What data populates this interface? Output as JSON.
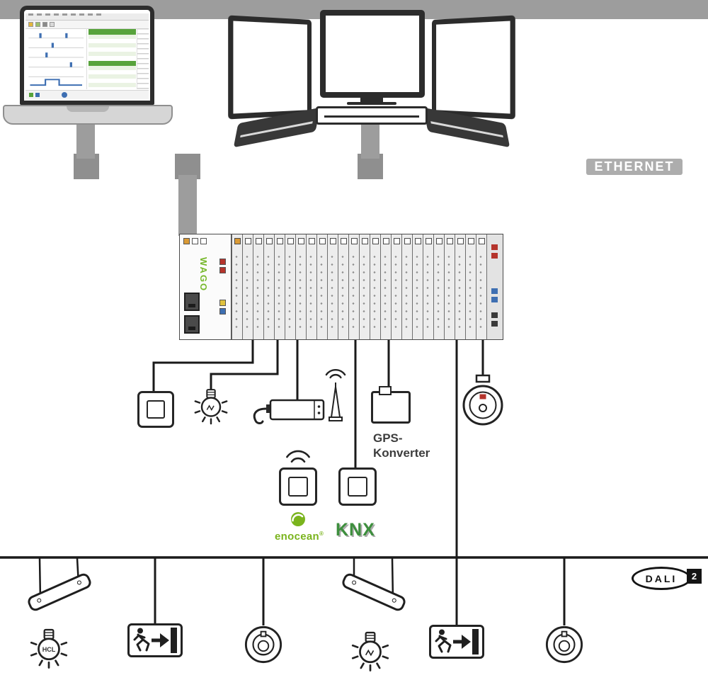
{
  "labels": {
    "ethernet": "ETHERNET",
    "gps_line1": "GPS-",
    "gps_line2": "Konverter",
    "enocean": "enocean",
    "enocean_reg": "®",
    "knx": "KNX",
    "hcl": "HCL",
    "dali": "DALI",
    "dali_version": "2"
  },
  "controller": {
    "brand": "WAGO",
    "module_count": 24
  },
  "colors": {
    "ethernet-gray": "#9d9d9d",
    "junction-gray": "#8f8f8f",
    "line-black": "#1a1a1a",
    "wago-green": "#76b82a",
    "enocean-green": "#7ab41d",
    "knx-green": "#3d8f3d",
    "marker-orange": "#da9a35",
    "marker-red": "#b5342c",
    "marker-blue": "#3e6fb2",
    "marker-yellow": "#e0c23e"
  }
}
